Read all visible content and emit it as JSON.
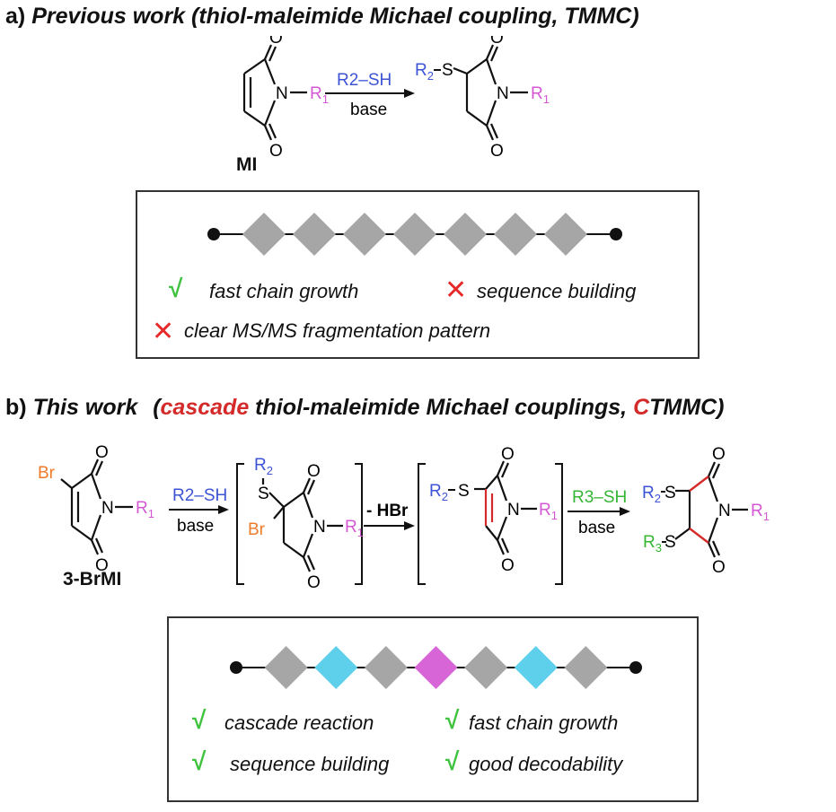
{
  "part_a": {
    "heading_label": "a)",
    "heading_text": "Previous work (thiol-maleimide Michael coupling, TMMC)",
    "monomer_label": "MI",
    "reagent": "R2–SH",
    "condition": "base",
    "features": [
      {
        "mark": "check",
        "text": "fast chain growth"
      },
      {
        "mark": "cross",
        "text": "sequence building"
      },
      {
        "mark": "cross",
        "text": "clear MS/MS fragmentation pattern"
      }
    ],
    "chain_colors": [
      "#a6a6a6",
      "#a6a6a6",
      "#a6a6a6",
      "#a6a6a6",
      "#a6a6a6",
      "#a6a6a6",
      "#a6a6a6"
    ]
  },
  "part_b": {
    "heading_label": "b)",
    "heading_pre": "This work",
    "heading_open": "(",
    "heading_red1": "cascade",
    "heading_mid": " thiol-maleimide Michael couplings, ",
    "heading_red2": "C",
    "heading_end": "TMMC",
    "heading_close": ")",
    "monomer_label": "3-BrMI",
    "step1_reagent": "R2–SH",
    "step1_condition": "base",
    "step2_label": "- HBr",
    "step3_reagent": "R3–SH",
    "step3_condition": "base",
    "features": [
      {
        "mark": "check",
        "text": "cascade reaction"
      },
      {
        "mark": "check",
        "text": "fast chain growth"
      },
      {
        "mark": "check",
        "text": "sequence building"
      },
      {
        "mark": "check",
        "text": "good decodability"
      }
    ],
    "chain_colors": [
      "#a6a6a6",
      "#5fd0ec",
      "#a6a6a6",
      "#d865d8",
      "#a6a6a6",
      "#5fd0ec",
      "#a6a6a6"
    ]
  },
  "atoms": {
    "O": "O",
    "N": "N",
    "S": "S",
    "Br": "Br",
    "R": "R",
    "H": "H",
    "sub1": "1",
    "sub2": "2",
    "sub3": "3"
  },
  "colors": {
    "r1": "#d458d4",
    "r2": "#3c53d6",
    "r3": "#34b534",
    "br": "#ee7a2a",
    "red_bond": "#d42a2a",
    "gray": "#a6a6a6",
    "cyan": "#5fd0ec",
    "magenta": "#d865d8"
  }
}
